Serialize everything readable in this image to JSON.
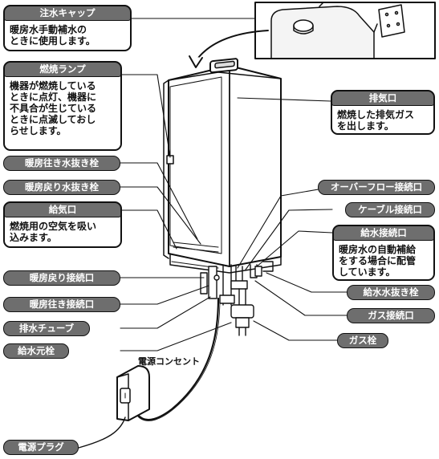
{
  "callouts": {
    "water_cap": {
      "title": "注水キャップ",
      "desc": "暖房水手動補水の\nときに使用します。"
    },
    "burn_lamp": {
      "title": "燃焼ランプ",
      "desc": "機器が燃焼している\nときに点灯、機器に\n不具合が生じている\nときに点滅しておし\nらせします。"
    },
    "exhaust": {
      "title": "排気口",
      "desc": "燃焼した排気ガス\nを出します。"
    },
    "intake": {
      "title": "給気口",
      "desc": "燃焼用の空気を吸い\n込みます。"
    },
    "feed_conn": {
      "title": "給水接続口",
      "desc": "暖房水の自動補給\nをする場合に配管\nしています。"
    }
  },
  "labels": {
    "heat_out_drain": "暖房往き水抜き栓",
    "heat_ret_drain": "暖房戻り水抜き栓",
    "overflow": "オーバーフロー接続口",
    "cable": "ケーブル接続口",
    "heat_ret_conn": "暖房戻り接続口",
    "heat_out_conn": "暖房往き接続口",
    "drain_tube": "排水チューブ",
    "supply_valve": "給水元栓",
    "feed_drain": "給水水抜き栓",
    "gas_conn": "ガス接続口",
    "gas_valve": "ガス栓",
    "outlet": "電源コンセント",
    "plug": "電源プラグ"
  }
}
